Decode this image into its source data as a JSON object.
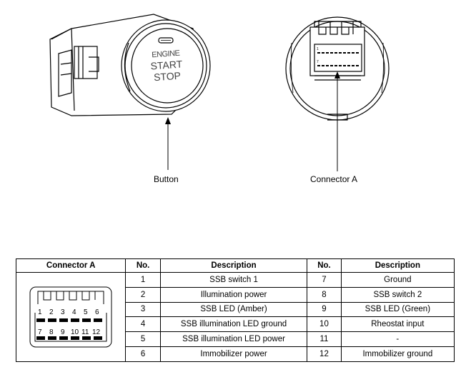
{
  "labels": {
    "button": "Button",
    "connector": "Connector A"
  },
  "button_face": [
    "ENGINE",
    "START",
    "STOP"
  ],
  "table": {
    "headers": [
      "Connector A",
      "No.",
      "Description",
      "No.",
      "Description"
    ],
    "rows": [
      {
        "no1": "1",
        "desc1": "SSB switch 1",
        "no2": "7",
        "desc2": "Ground"
      },
      {
        "no1": "2",
        "desc1": "Illumination power",
        "no2": "8",
        "desc2": "SSB switch 2"
      },
      {
        "no1": "3",
        "desc1": "SSB LED (Amber)",
        "no2": "9",
        "desc2": "SSB LED (Green)"
      },
      {
        "no1": "4",
        "desc1": "SSB illumination LED ground",
        "no2": "10",
        "desc2": "Rheostat input"
      },
      {
        "no1": "5",
        "desc1": "SSB illumination LED power",
        "no2": "11",
        "desc2": "-"
      },
      {
        "no1": "6",
        "desc1": "Immobilizer power",
        "no2": "12",
        "desc2": "Immobilizer ground"
      }
    ]
  },
  "connector_pins": {
    "top_row": [
      "1",
      "2",
      "3",
      "4",
      "5",
      "6"
    ],
    "bottom_row": [
      "7",
      "8",
      "9",
      "10",
      "11",
      "12"
    ]
  }
}
